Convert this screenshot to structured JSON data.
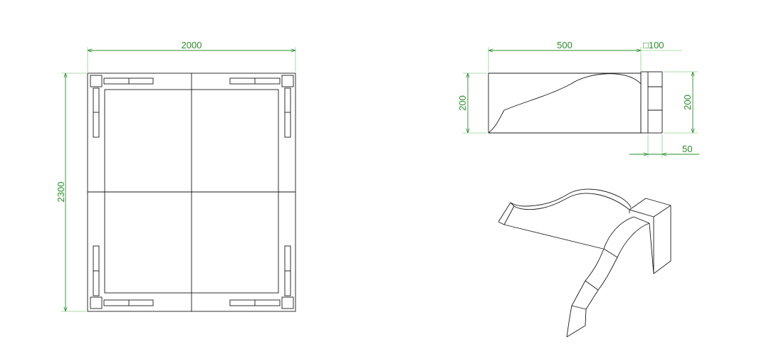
{
  "colors": {
    "background": "#ffffff",
    "outline": "#1a1a1a",
    "dimension": "#2a8c2a",
    "extension_line": "#8fd18f"
  },
  "plan_view": {
    "width_dim": "2000",
    "height_dim": "2300"
  },
  "side_view": {
    "length_dim": "500",
    "post_dim": "□100",
    "ramp_height_dim": "200",
    "post_height_dim": "200",
    "post_width_dim": "50"
  }
}
